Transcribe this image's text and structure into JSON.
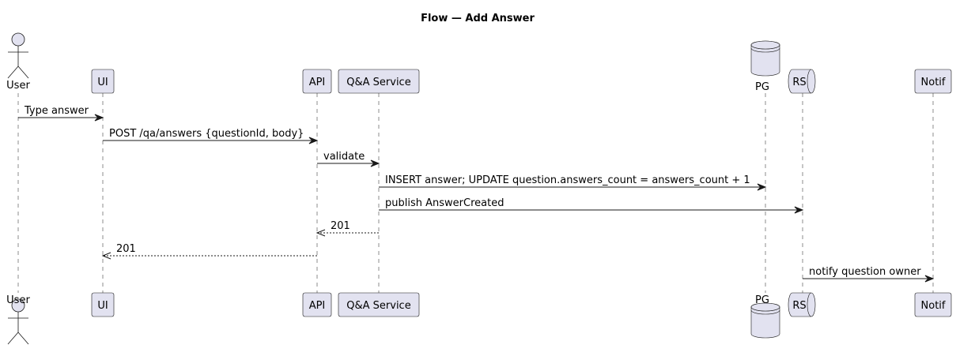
{
  "title": "Flow — Add Answer",
  "participants": [
    {
      "id": "user",
      "label": "User",
      "kind": "actor"
    },
    {
      "id": "ui",
      "label": "UI",
      "kind": "participant"
    },
    {
      "id": "api",
      "label": "API",
      "kind": "participant"
    },
    {
      "id": "qa",
      "label": "Q&A Service",
      "kind": "participant"
    },
    {
      "id": "pg",
      "label": "PG",
      "kind": "database"
    },
    {
      "id": "rs",
      "label": "RS",
      "kind": "queue"
    },
    {
      "id": "notif",
      "label": "Notif",
      "kind": "participant"
    }
  ],
  "messages": [
    {
      "from": "user",
      "to": "ui",
      "label": "Type answer",
      "style": "solid"
    },
    {
      "from": "ui",
      "to": "api",
      "label": "POST /qa/answers {questionId, body}",
      "style": "solid"
    },
    {
      "from": "api",
      "to": "qa",
      "label": "validate",
      "style": "solid"
    },
    {
      "from": "qa",
      "to": "pg",
      "label": "INSERT answer; UPDATE question.answers_count = answers_count + 1",
      "style": "solid"
    },
    {
      "from": "qa",
      "to": "rs",
      "label": "publish AnswerCreated",
      "style": "solid"
    },
    {
      "from": "qa",
      "to": "api",
      "label": "201",
      "style": "dashed"
    },
    {
      "from": "api",
      "to": "ui",
      "label": "201",
      "style": "dashed"
    },
    {
      "from": "rs",
      "to": "notif",
      "label": "notify question owner",
      "style": "solid"
    }
  ],
  "colors": {
    "box_fill": "#e2e2f0",
    "stroke": "#181818",
    "text": "#000000"
  }
}
